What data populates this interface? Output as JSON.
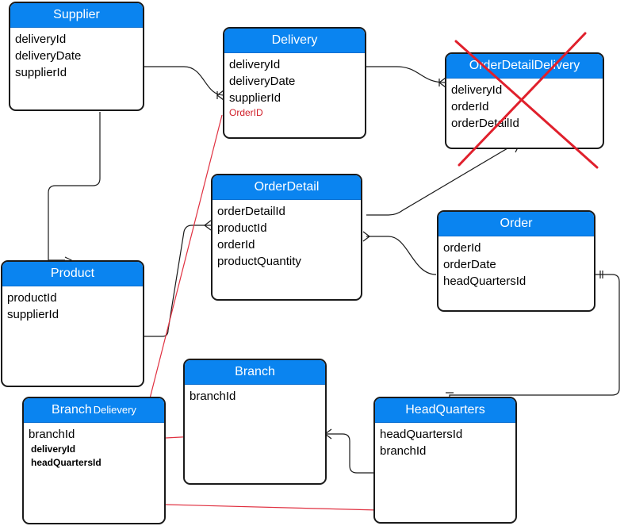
{
  "entities": {
    "supplier": {
      "title": "Supplier",
      "fields": [
        "deliveryId",
        "deliveryDate",
        "supplierId"
      ]
    },
    "delivery": {
      "title": "Delivery",
      "fields": [
        "deliveryId",
        "deliveryDate",
        "supplierId"
      ],
      "note": "OrderID"
    },
    "order_detail_delivery": {
      "title": "OrderDetailDelivery",
      "fields": [
        "deliveryId",
        "orderId",
        "orderDetailId"
      ]
    },
    "order_detail": {
      "title": "OrderDetail",
      "fields": [
        "orderDetailId",
        "productId",
        "orderId",
        "productQuantity"
      ]
    },
    "order": {
      "title": "Order",
      "fields": [
        "orderId",
        "orderDate",
        "headQuartersId"
      ]
    },
    "product": {
      "title": "Product",
      "fields": [
        "productId",
        "supplierId"
      ]
    },
    "branch": {
      "title": "Branch",
      "fields": [
        "branchId"
      ]
    },
    "branch_delivery": {
      "title": "Branch",
      "title_extra": "Delievery",
      "fields": [
        "branchId"
      ],
      "bold_fields": [
        "deliveryId",
        "headQuartersId"
      ]
    },
    "headquarters": {
      "title": "HeadQuarters",
      "fields": [
        "headQuartersId",
        "branchId"
      ]
    }
  },
  "colors": {
    "header": "#0a84f0",
    "annotation_red": "#e03040",
    "connector": "#1a1a1a"
  }
}
